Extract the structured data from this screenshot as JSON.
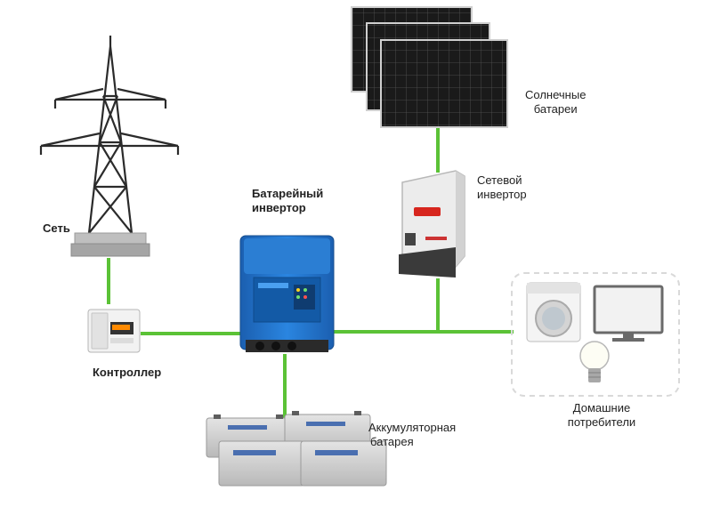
{
  "labels": {
    "grid": "Сеть",
    "controller": "Контроллер",
    "battery_inverter_1": "Батарейный",
    "battery_inverter_2": "инвертор",
    "grid_inverter_1": "Сетевой",
    "grid_inverter_2": "инвертор",
    "solar_1": "Солнечные",
    "solar_2": "батареи",
    "batteries_1": "Аккумуляторная",
    "batteries_2": "батарея",
    "consumers_1": "Домашние",
    "consumers_2": "потребители"
  },
  "colors": {
    "link": "#5bc236",
    "inverter": "#1e6fc8",
    "battery": "#c8c8c8",
    "panel": "#1a1a1a",
    "consumer_box": "#d9d9d9"
  },
  "icons": [
    "power-tower-icon",
    "controller-meter-icon",
    "battery-inverter-icon",
    "grid-inverter-icon",
    "solar-panel-icon",
    "battery-bank-icon",
    "washing-machine-icon",
    "monitor-icon",
    "light-bulb-icon"
  ]
}
